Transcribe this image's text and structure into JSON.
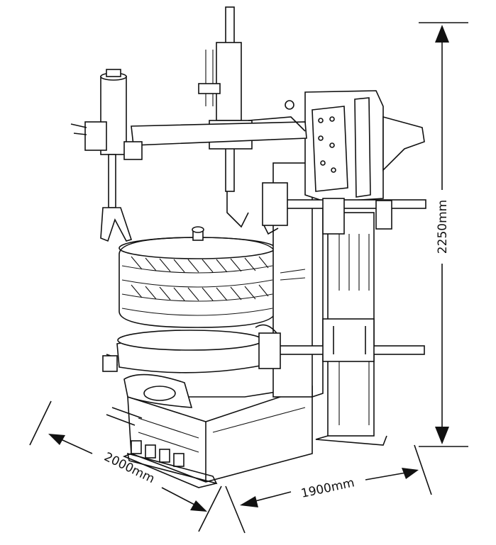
{
  "diagram": {
    "subject": "tire changer machine",
    "dimensions": {
      "height": "2250mm",
      "depth": "2000mm",
      "width": "1900mm"
    }
  }
}
